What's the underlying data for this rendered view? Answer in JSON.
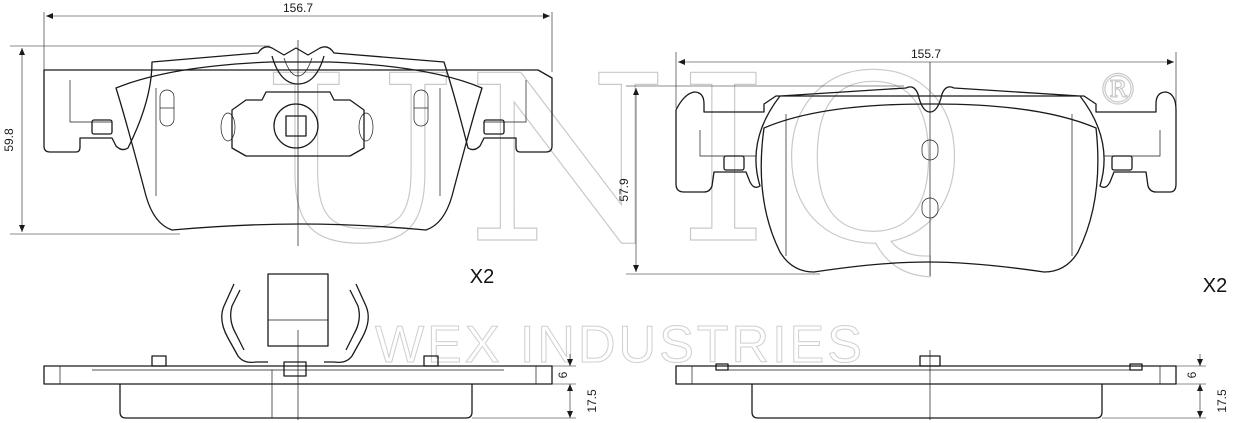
{
  "watermark": {
    "logo": "UNIQ",
    "registered": "®",
    "company": "WEX INDUSTRIES"
  },
  "pad_1": {
    "width_label": "156.7",
    "height_label": "59.8",
    "quantity_label": "X2",
    "side_dims": [
      "6",
      "17.5"
    ]
  },
  "pad_2": {
    "width_label": "155.7",
    "height_label": "57.9",
    "quantity_label": "X2",
    "side_dims": [
      "6",
      "17.5"
    ]
  }
}
